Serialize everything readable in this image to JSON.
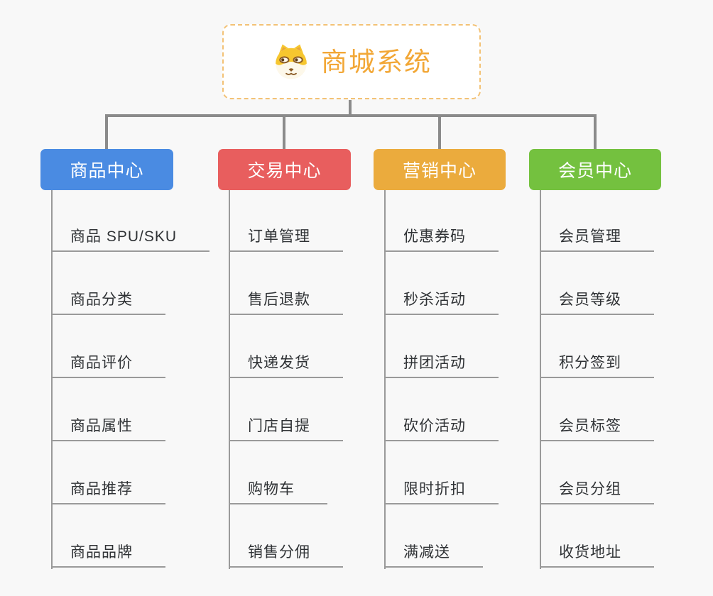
{
  "root": {
    "title": "商城系统",
    "icon": "dog-icon",
    "title_color": "#f2a736",
    "border_color": "#f3c276",
    "background": "#ffffff"
  },
  "connector_color": "#8b8b8b",
  "line_color": "#9a9a9a",
  "page_background": "#f8f8f8",
  "branches": [
    {
      "label": "商品中心",
      "color": "#4a8be2",
      "items": [
        "商品 SPU/SKU",
        "商品分类",
        "商品评价",
        "商品属性",
        "商品推荐",
        "商品品牌"
      ]
    },
    {
      "label": "交易中心",
      "color": "#e85e5e",
      "items": [
        "订单管理",
        "售后退款",
        "快递发货",
        "门店自提",
        "购物车",
        "销售分佣"
      ]
    },
    {
      "label": "营销中心",
      "color": "#ebab3d",
      "items": [
        "优惠券码",
        "秒杀活动",
        "拼团活动",
        "砍价活动",
        "限时折扣",
        "满减送"
      ]
    },
    {
      "label": "会员中心",
      "color": "#74c13f",
      "items": [
        "会员管理",
        "会员等级",
        "积分签到",
        "会员标签",
        "会员分组",
        "收货地址"
      ]
    }
  ]
}
